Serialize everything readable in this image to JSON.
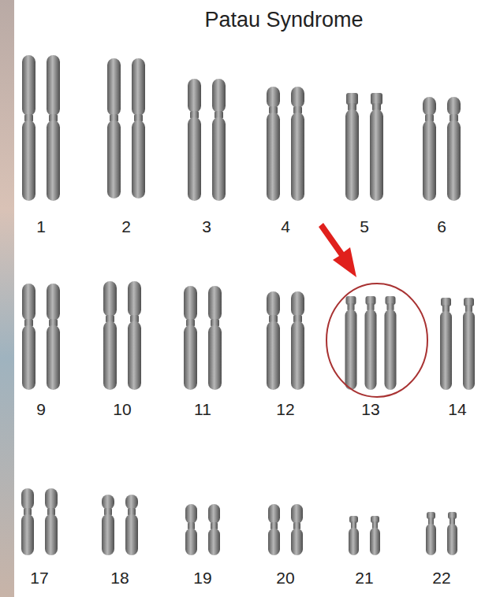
{
  "diagram": {
    "title": "Patau Syndrome",
    "labels": [
      "1",
      "2",
      "3",
      "4",
      "5",
      "6",
      "9",
      "10",
      "11",
      "12",
      "13",
      "14",
      "17",
      "18",
      "19",
      "20",
      "21",
      "22"
    ]
  }
}
